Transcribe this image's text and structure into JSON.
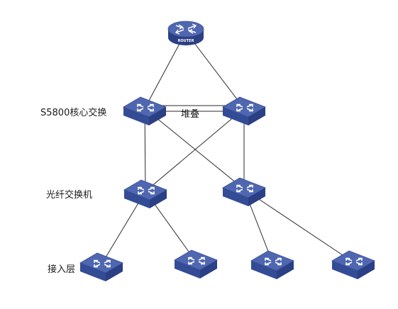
{
  "colors": {
    "device_top": "#4f67b0",
    "device_side": "#2b3f84",
    "device_front": "#344c96",
    "icon_stroke": "#ffffff",
    "link": "#2a2a2a",
    "text": "#1a1a1a"
  },
  "router": {
    "icon": "router-icon",
    "caption": "ROUTER"
  },
  "labels": {
    "core": "S5800核心交换",
    "stack": "堆叠",
    "fiber": "光纤交换机",
    "access": "接入层"
  },
  "devices": [
    {
      "id": "core-switch-left",
      "icon": "switch-icon"
    },
    {
      "id": "core-switch-right",
      "icon": "switch-icon"
    },
    {
      "id": "fiber-switch-left",
      "icon": "switch-icon"
    },
    {
      "id": "fiber-switch-right",
      "icon": "switch-icon"
    },
    {
      "id": "access-switch-1",
      "icon": "switch-icon"
    },
    {
      "id": "access-switch-2",
      "icon": "switch-icon"
    },
    {
      "id": "access-switch-3",
      "icon": "switch-icon"
    },
    {
      "id": "access-switch-4",
      "icon": "switch-icon"
    }
  ]
}
